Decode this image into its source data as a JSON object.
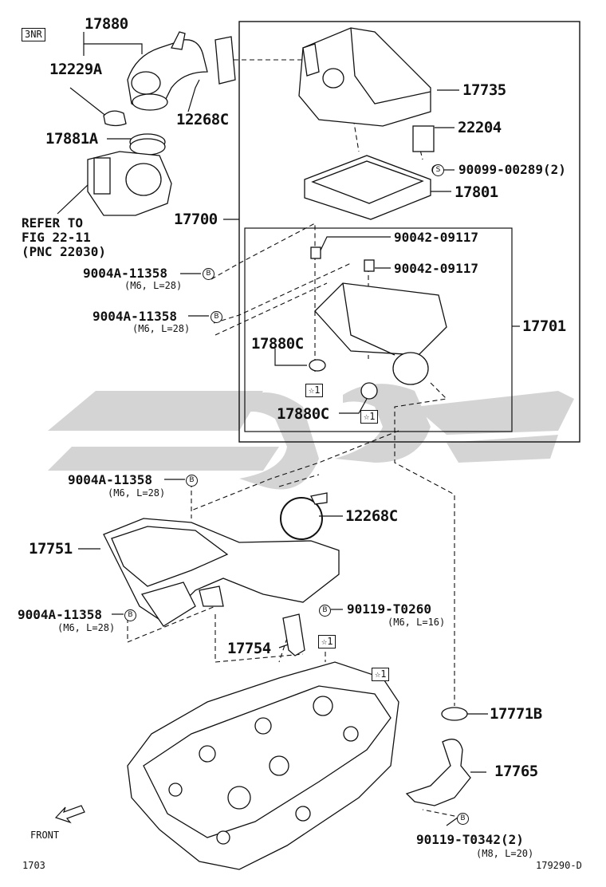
{
  "engine_code": "3NR",
  "front_label": "FRONT",
  "figure_number": "1703",
  "drawing_id": "179290-D",
  "refer": {
    "line1": "REFER TO",
    "line2": "FIG 22-11",
    "line3": "(PNC 22030)"
  },
  "star_marker": "☆1",
  "bolt_marker": "B",
  "screw_marker": "S",
  "parts": {
    "p17880": "17880",
    "p12229A": "12229A",
    "p12268C_top": "12268C",
    "p17881A": "17881A",
    "p17735": "17735",
    "p22204": "22204",
    "p90099": "90099-00289(2)",
    "p17801": "17801",
    "p17700": "17700",
    "p90042_a": "90042-09117",
    "p90042_b": "90042-09117",
    "p9004A_1": "9004A-11358",
    "p9004A_1_spec": "(M6, L=28)",
    "p9004A_2": "9004A-11358",
    "p9004A_2_spec": "(M6, L=28)",
    "p17701": "17701",
    "p17880C_a": "17880C",
    "p17880C_b": "17880C",
    "p9004A_3": "9004A-11358",
    "p9004A_3_spec": "(M6, L=28)",
    "p12268C_mid": "12268C",
    "p17751": "17751",
    "p9004A_4": "9004A-11358",
    "p9004A_4_spec": "(M6, L=28)",
    "p90119_a": "90119-T0260",
    "p90119_a_spec": "(M6, L=16)",
    "p17754": "17754",
    "p17771B": "17771B",
    "p17765": "17765",
    "p90119_b": "90119-T0342(2)",
    "p90119_b_spec": "(M8, L=20)"
  }
}
